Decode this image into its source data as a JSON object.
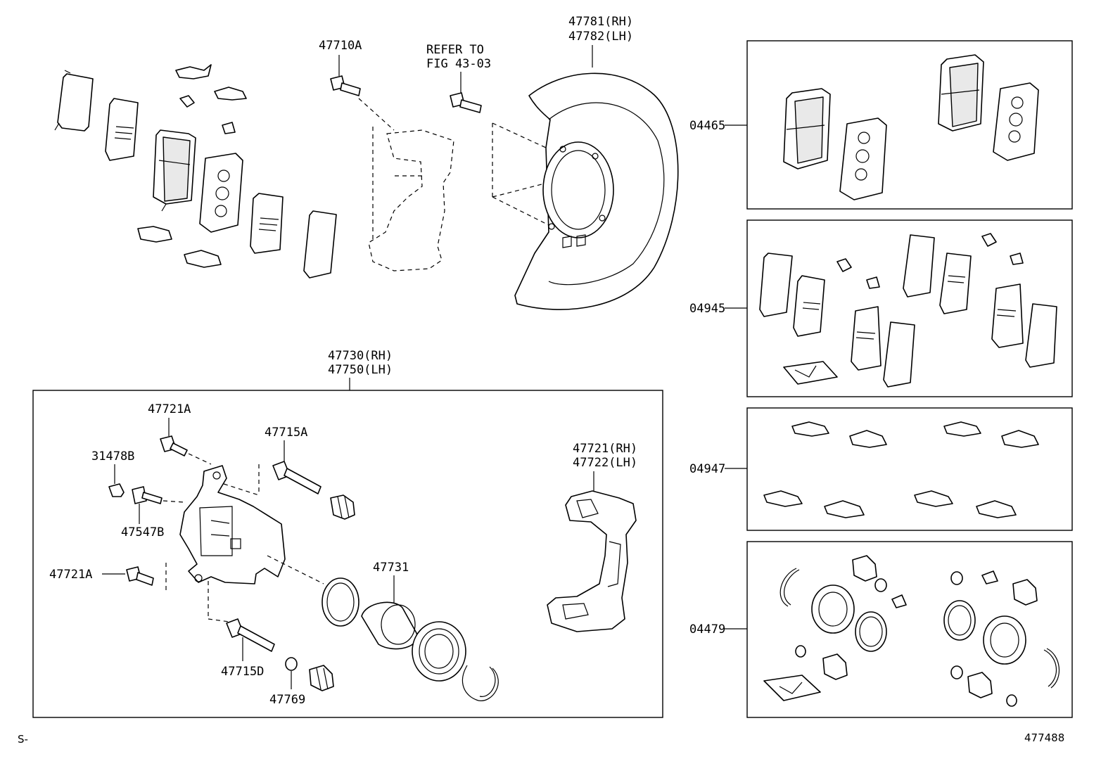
{
  "labels": {
    "bolt_top": "47710A",
    "refer_line1": "REFER TO",
    "refer_line2": "FIG 43-03",
    "cover_rh": "47781(RH)",
    "cover_lh": "47782(LH)",
    "caliper_rh": "47730(RH)",
    "caliper_lh": "47750(LH)",
    "bleeder_bolt_a": "47721A",
    "cap": "31478B",
    "bleeder_plug": "47547B",
    "bleeder_bolt_b": "47721A",
    "slide_pin_a": "47715A",
    "slide_pin_d": "47715D",
    "piston": "47731",
    "bushing": "47769",
    "mounting_rh": "47721(RH)",
    "mounting_lh": "47722(LH)",
    "kit_pads": "04465",
    "kit_shims": "04945",
    "kit_clips": "04947",
    "kit_seals": "04479",
    "footer_left": "S-",
    "footer_right": "477488"
  }
}
